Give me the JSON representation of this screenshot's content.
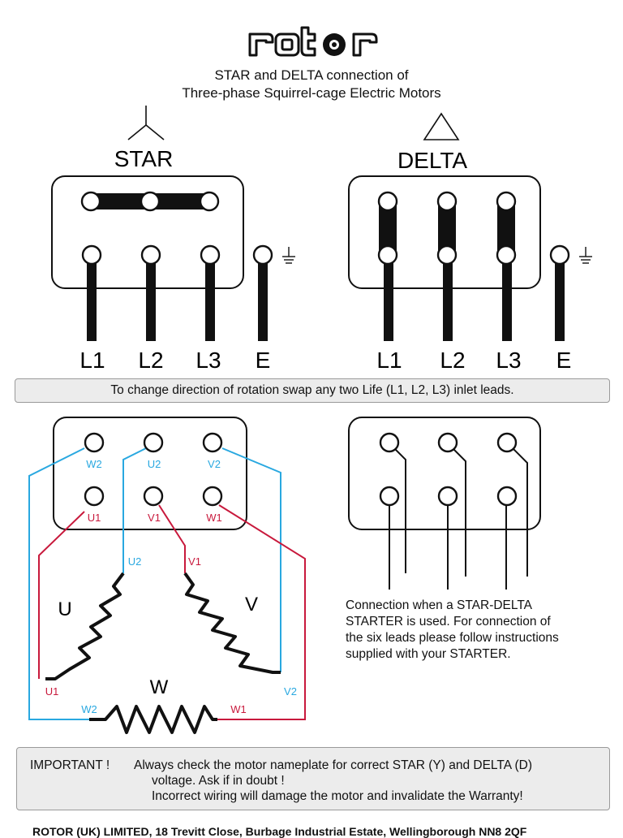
{
  "logo": {
    "text": "rotor"
  },
  "header": {
    "line1": "STAR and DELTA connection of",
    "line2": "Three-phase Squirrel-cage Electric Motors"
  },
  "star": {
    "label": "STAR",
    "terminals": [
      "L1",
      "L2",
      "L3",
      "E"
    ]
  },
  "delta": {
    "label": "DELTA",
    "terminals": [
      "L1",
      "L2",
      "L3",
      "E"
    ]
  },
  "rotation_note": "To change direction of rotation swap any two Life (L1, L2, L3) inlet leads.",
  "wiring": {
    "top_terminals": [
      "W2",
      "U2",
      "V2"
    ],
    "bottom_terminals": [
      "U1",
      "V1",
      "W1"
    ],
    "winding_labels": {
      "u": "U",
      "v": "V",
      "w": "W"
    },
    "coil_ends": {
      "u2": "U2",
      "v1": "V1",
      "u1": "U1",
      "v2": "V2",
      "w2": "W2",
      "w1": "W1"
    },
    "colors": {
      "blue": "#29a8e0",
      "red": "#c8193c"
    }
  },
  "starter_note": {
    "line1": "Connection when a STAR-DELTA",
    "line2": "STARTER is used. For connection of",
    "line3": "the six leads please follow instructions",
    "line4": "supplied with your STARTER."
  },
  "important": {
    "heading": "IMPORTANT !",
    "line1": "Always check the motor nameplate for correct STAR (Y) and DELTA (D)",
    "line2": "voltage. Ask if in doubt !",
    "line3": "Incorrect wiring will damage the motor and invalidate the Warranty!"
  },
  "footer": {
    "text": "ROTOR (UK) LIMITED, 18 Trevitt Close, Burbage Industrial Estate, Wellingborough NN8 2QF"
  }
}
